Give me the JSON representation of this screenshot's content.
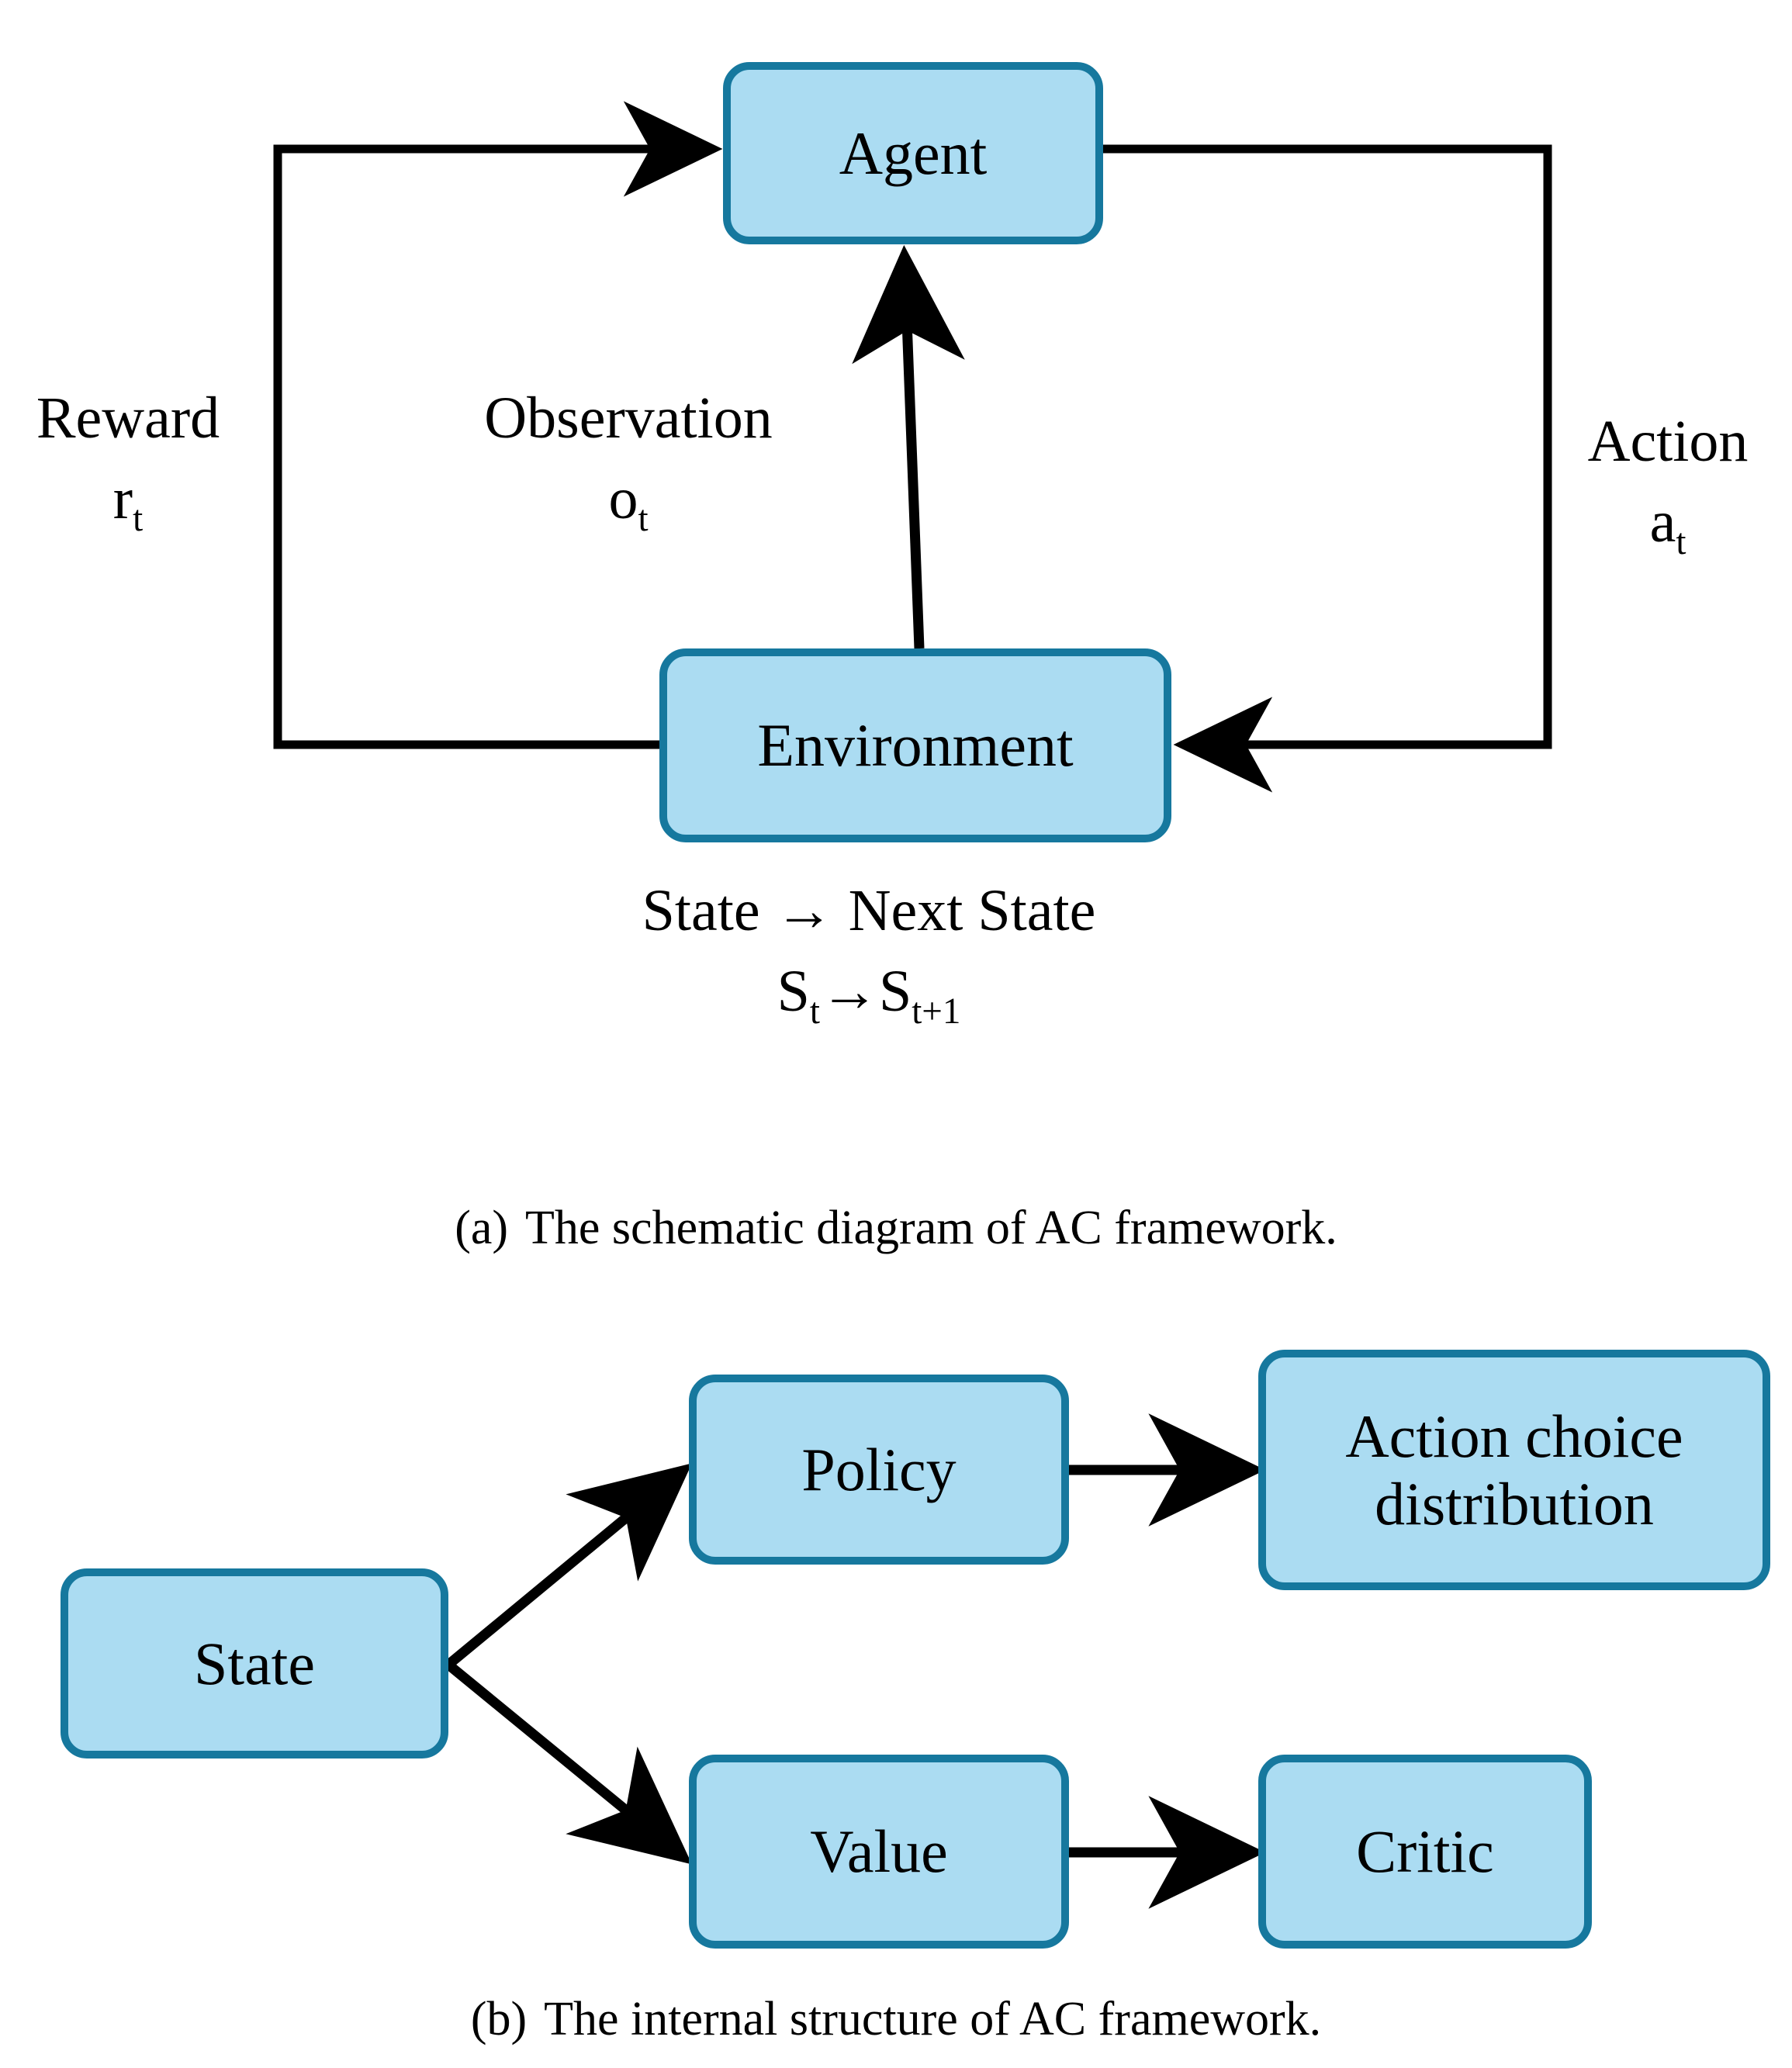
{
  "figure": {
    "panels": [
      {
        "id": "a",
        "caption_tag": "(a)",
        "caption_text": "The schematic diagram of AC framework.",
        "nodes": [
          {
            "id": "agent",
            "label": "Agent"
          },
          {
            "id": "environment",
            "label": "Environment"
          }
        ],
        "edge_labels": [
          {
            "id": "reward",
            "line1": "Reward",
            "symbol_base": "r",
            "symbol_sub": "t"
          },
          {
            "id": "observation",
            "line1": "Observation",
            "symbol_base": "o",
            "symbol_sub": "t"
          },
          {
            "id": "action",
            "line1": "Action",
            "symbol_base": "a",
            "symbol_sub": "t"
          }
        ],
        "annotations": [
          {
            "id": "state-transition",
            "line1": "State → Next State",
            "line2_parts": [
              {
                "base": "S",
                "sub": "t"
              },
              {
                "arrow": "→"
              },
              {
                "base": "S",
                "sub": "t+1"
              }
            ]
          }
        ],
        "edges": [
          {
            "from": "environment",
            "to": "agent",
            "label": "reward"
          },
          {
            "from": "environment",
            "to": "agent",
            "label": "observation"
          },
          {
            "from": "agent",
            "to": "environment",
            "label": "action"
          }
        ]
      },
      {
        "id": "b",
        "caption_tag": "(b)",
        "caption_text": "The internal structure of AC framework.",
        "nodes": [
          {
            "id": "state",
            "label": "State"
          },
          {
            "id": "policy",
            "label": "Policy"
          },
          {
            "id": "action-distribution",
            "label_line1": "Action choice",
            "label_line2": "distribution"
          },
          {
            "id": "value",
            "label": "Value"
          },
          {
            "id": "critic",
            "label": "Critic"
          }
        ],
        "edges": [
          {
            "from": "state",
            "to": "policy"
          },
          {
            "from": "state",
            "to": "value"
          },
          {
            "from": "policy",
            "to": "action-distribution"
          },
          {
            "from": "value",
            "to": "critic"
          }
        ]
      }
    ],
    "colors": {
      "node_fill": "#abdcf2",
      "node_border": "#16789e",
      "connector": "#000000",
      "background": "#ffffff",
      "text": "#000000"
    }
  }
}
